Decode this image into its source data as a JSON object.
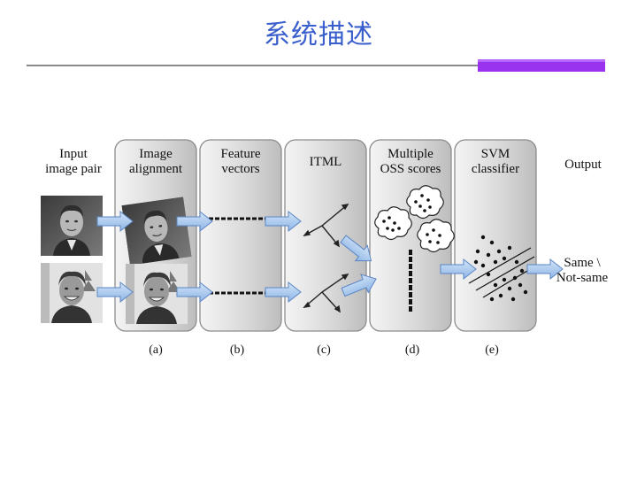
{
  "slide": {
    "title": "系统描述"
  },
  "diagram": {
    "input_label_line1": "Input",
    "input_label_line2": "image pair",
    "output_label": "Output",
    "result_line1": "Same \\",
    "result_line2": "Not-same",
    "stages": [
      {
        "line1": "Image",
        "line2": "alignment",
        "sub": "(a)"
      },
      {
        "line1": "Feature",
        "line2": "vectors",
        "sub": "(b)"
      },
      {
        "line1": "ITML",
        "line2": "",
        "sub": "(c)"
      },
      {
        "line1": "Multiple",
        "line2": "OSS scores",
        "sub": "(d)"
      },
      {
        "line1": "SVM",
        "line2": "classifier",
        "sub": "(e)"
      }
    ]
  },
  "colors": {
    "title": "#3a5fcd",
    "accent_bar": "#9933ee",
    "arrow_fill": "#a9c8ef",
    "arrow_stroke": "#5b86c4"
  },
  "icons": {
    "face_photo_1": "face-icon",
    "face_photo_2": "face-icon",
    "cloud": "cloud-icon"
  }
}
